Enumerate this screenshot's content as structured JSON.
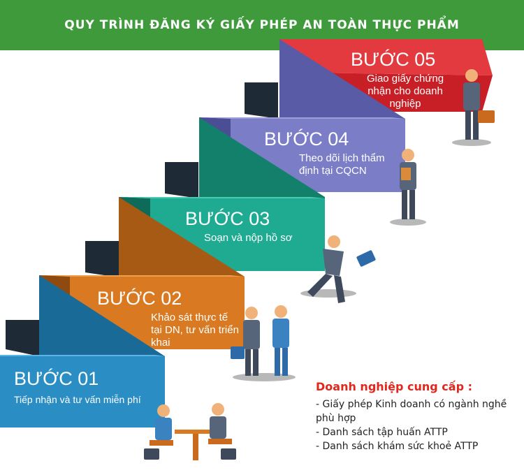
{
  "header": {
    "title": "QUY TRÌNH ĐĂNG KÝ GIẤY PHÉP AN TOÀN THỰC PHẨM"
  },
  "steps": [
    {
      "title": "BƯỚC 01",
      "desc": "Tiếp nhận và  tư vấn miễn phí",
      "color": "#2a8ec4"
    },
    {
      "title": "BƯỚC 02",
      "desc": "Khảo sát thực tế tại DN, tư vấn triển khai",
      "color": "#d97a22"
    },
    {
      "title": "BƯỚC 03",
      "desc": "Soạn và nộp hồ sơ",
      "color": "#1fab91"
    },
    {
      "title": "BƯỚC 04",
      "desc": "Theo dõi lịch thẩm định tại CQCN",
      "color": "#7b7dc7"
    },
    {
      "title": "BƯỚC 05",
      "desc": "Giao giấy chứng nhận cho doanh nghiệp",
      "color": "#d8242a"
    }
  ],
  "provider": {
    "title": "Doanh nghiệp cung cấp :",
    "items": [
      "Giấy phép Kinh doanh có ngành nghề phù hợp",
      "Danh sách tập huấn ATTP",
      "Danh sách khám sức khoẻ ATTP"
    ]
  }
}
